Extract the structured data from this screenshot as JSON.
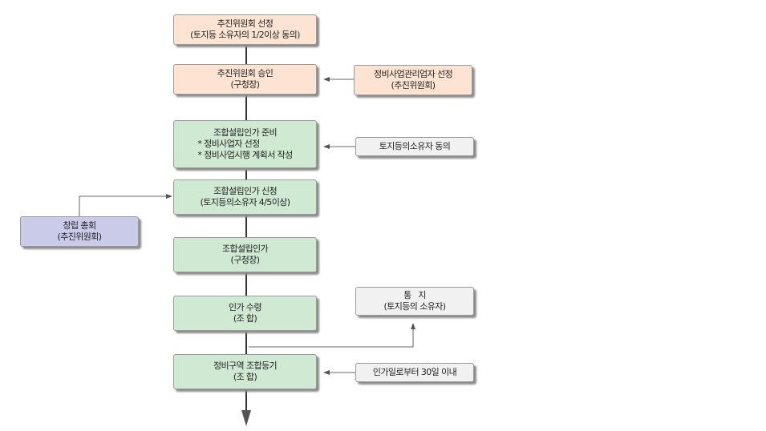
{
  "main_flow": [
    {
      "line1": "추진위원회 선정",
      "line2": "(토지등 소유자의 1/2이상 동의)"
    },
    {
      "line1": "추진위원회 승인",
      "line2": "(구청장)"
    },
    {
      "line1": "조합설립인가 준비",
      "bullets": [
        "* 정비사업자 선정",
        "* 정비사업시행 계획서 작성"
      ]
    },
    {
      "line1": "조합설립인가 신청",
      "line2": "(토지등의소유자 4/5이상)"
    },
    {
      "line1": "조합설립인가",
      "line2": "(구청장)"
    },
    {
      "line1": "인가 수령",
      "line2": "(조 합)"
    },
    {
      "line1": "정비구역 조합등기",
      "line2": "(조 합)"
    }
  ],
  "side_boxes": {
    "management_selection": {
      "line1": "정비사업관리업자 선정",
      "line2": "(추진위원회)"
    },
    "owner_consent": {
      "line1": "토지등의소유자 동의"
    },
    "founding_meeting": {
      "line1": "창립 총회",
      "line2": "(추진위원회)"
    },
    "notification": {
      "line1": "통   지",
      "line2": "(토지등의 소유자)"
    },
    "registration_deadline": {
      "line1": "인가일로부터 30일 이내"
    }
  },
  "colors": {
    "peach": "#fde3d2",
    "green": "#cfe9d3",
    "gray": "#f1f1f1",
    "blue": "#c9cbe8",
    "connector": "#555555"
  }
}
